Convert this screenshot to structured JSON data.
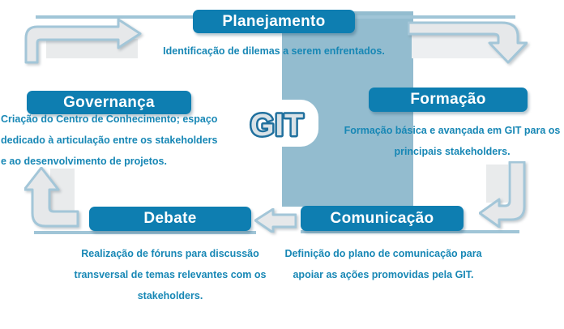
{
  "diagram": {
    "logo_text": "GIT",
    "nodes": {
      "planejamento": {
        "label": "Planejamento",
        "desc": "Identificação de dilemas a serem enfrentados."
      },
      "formacao": {
        "label": "Formação",
        "desc": "Formação básica e avançada em GIT para os\nprincipais stakeholders."
      },
      "governanca": {
        "label": "Governança",
        "desc": "Criação do Centro de Conhecimento; espaço\ndedicado à articulação entre os stakeholders\ne ao desenvolvimento de projetos."
      },
      "debate": {
        "label": "Debate",
        "desc": "Realização de fóruns para discussão\ntransversal de temas relevantes com os\nstakeholders."
      },
      "comunicacao": {
        "label": "Comunicação",
        "desc": "Definição do plano de comunicação para\napoiar as ações promovidas pela GIT."
      }
    },
    "colors": {
      "node_blue": "#0e7eb1",
      "band_blue": "#93bccf",
      "line_blue": "#a0c5d7",
      "text_blue": "#1787b5",
      "arrow_fill": "#e6e8ea",
      "arrow_stroke": "#a3c6d8",
      "logo_stroke": "#20709e",
      "logo_fill": "#d9e2e7"
    }
  }
}
